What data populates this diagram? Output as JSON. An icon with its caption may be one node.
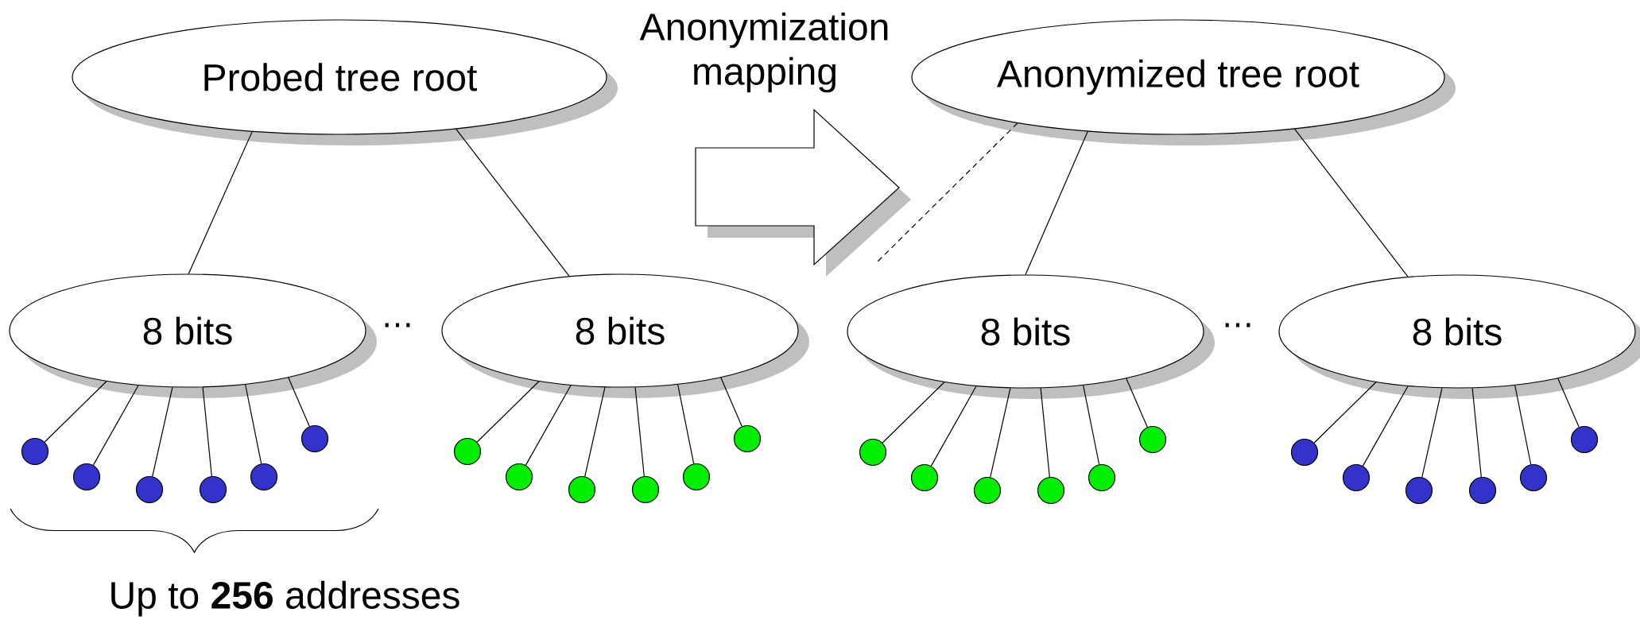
{
  "diagram": {
    "nodes": [
      {
        "text": [
          "Probed tree root"
        ]
      },
      {
        "text": [
          "Anonymization mapping"
        ]
      },
      {
        "text": [
          "Anonymized tree root"
        ]
      },
      {
        "text": [
          "8 bits"
        ]
      },
      {
        "text": [
          "8 bits"
        ]
      },
      {
        "text": [
          "8 bits"
        ]
      },
      {
        "text": [
          "8 bits"
        ]
      },
      {
        "text": [],
        "shape": "circle"
      },
      {
        "text": [],
        "shape": "circle"
      },
      {
        "text": [],
        "shape": "circle"
      },
      {
        "text": [],
        "shape": "circle"
      },
      {
        "text": [],
        "shape": "circle"
      },
      {
        "text": [],
        "shape": "circle"
      },
      {
        "text": [],
        "shape": "circle"
      },
      {
        "text": [],
        "shape": "circle"
      },
      {
        "text": [],
        "shape": "circle"
      },
      {
        "text": [],
        "shape": "circle"
      },
      {
        "text": [],
        "shape": "circle"
      },
      {
        "text": [],
        "shape": "circle"
      },
      {
        "text": [],
        "shape": "circle"
      },
      {
        "text": [],
        "shape": "circle"
      },
      {
        "text": [],
        "shape": "circle"
      },
      {
        "text": [],
        "shape": "circle"
      },
      {
        "text": [],
        "shape": "circle"
      },
      {
        "text": [],
        "shape": "circle"
      },
      {
        "text": [],
        "shape": "circle"
      },
      {
        "text": [],
        "shape": "circle"
      },
      {
        "text": [],
        "shape": "circle"
      },
      {
        "text": [],
        "shape": "circle"
      },
      {
        "text": [],
        "shape": "circle"
      },
      {
        "text": [],
        "shape": "circle"
      }
    ],
    "edges": [
      {
        "from": 0,
        "to": 3,
        "arrow": "none"
      },
      {
        "from": 0,
        "to": 4,
        "arrow": "none"
      },
      {
        "from": 2,
        "to": 5,
        "arrow": "none"
      },
      {
        "from": 2,
        "to": 6,
        "arrow": "none"
      },
      {
        "from": 2,
        "to": 1,
        "arrow": "none",
        "style": "dashed"
      },
      {
        "from": 3,
        "to": 7,
        "arrow": "none"
      },
      {
        "from": 3,
        "to": 8,
        "arrow": "none"
      },
      {
        "from": 3,
        "to": 9,
        "arrow": "none"
      },
      {
        "from": 3,
        "to": 10,
        "arrow": "none"
      },
      {
        "from": 3,
        "to": 11,
        "arrow": "none"
      },
      {
        "from": 3,
        "to": 12,
        "arrow": "none"
      },
      {
        "from": 4,
        "to": 13,
        "arrow": "none"
      },
      {
        "from": 4,
        "to": 14,
        "arrow": "none"
      },
      {
        "from": 4,
        "to": 15,
        "arrow": "none"
      },
      {
        "from": 4,
        "to": 16,
        "arrow": "none"
      },
      {
        "from": 4,
        "to": 17,
        "arrow": "none"
      },
      {
        "from": 4,
        "to": 18,
        "arrow": "none"
      },
      {
        "from": 5,
        "to": 19,
        "arrow": "none"
      },
      {
        "from": 5,
        "to": 20,
        "arrow": "none"
      },
      {
        "from": 5,
        "to": 21,
        "arrow": "none"
      },
      {
        "from": 5,
        "to": 22,
        "arrow": "none"
      },
      {
        "from": 5,
        "to": 23,
        "arrow": "none"
      },
      {
        "from": 5,
        "to": 24,
        "arrow": "none"
      },
      {
        "from": 6,
        "to": 25,
        "arrow": "none"
      },
      {
        "from": 6,
        "to": 26,
        "arrow": "none"
      },
      {
        "from": 6,
        "to": 27,
        "arrow": "none"
      },
      {
        "from": 6,
        "to": 28,
        "arrow": "none"
      },
      {
        "from": 6,
        "to": 29,
        "arrow": "none"
      },
      {
        "from": 6,
        "to": 30,
        "arrow": "none"
      }
    ],
    "labels": [
      "⋯",
      "⋯",
      "Up to **256** addresses"
    ]
  }
}
